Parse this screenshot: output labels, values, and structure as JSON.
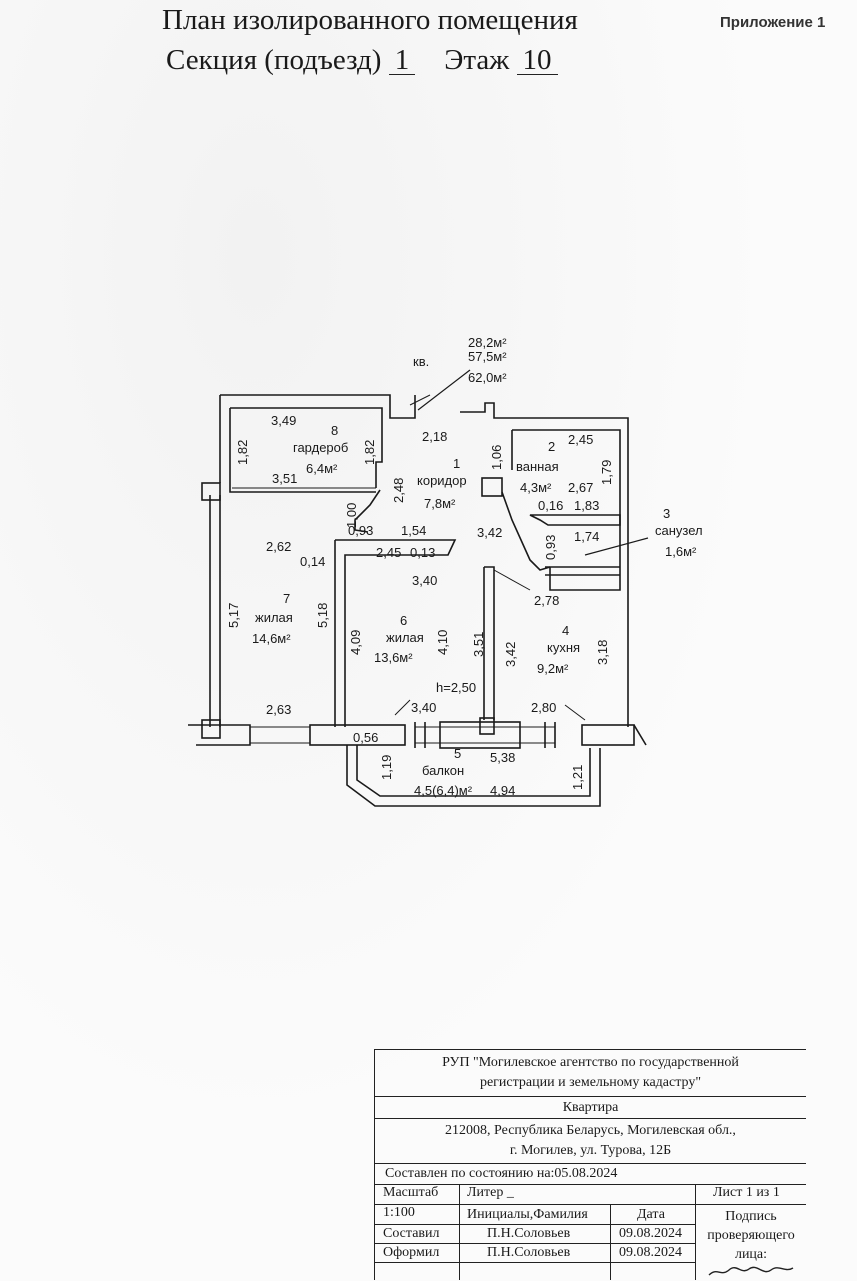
{
  "header": {
    "appendix": "Приложение 1",
    "title_line1": "План изолированного помещения",
    "section_label": "Секция (подъезд)",
    "section_value": "1",
    "floor_label": "Этаж",
    "floor_value": "10"
  },
  "areas": {
    "prefix": "кв.",
    "living": "28,2м²",
    "total": "57,5м²",
    "total_with_balcony": "62,0м²"
  },
  "rooms": [
    {
      "num": "1",
      "name": "коридор",
      "area": "7,8м²"
    },
    {
      "num": "2",
      "name": "ванная",
      "area": "4,3м²"
    },
    {
      "num": "3",
      "name": "санузел",
      "area": "1,6м²"
    },
    {
      "num": "4",
      "name": "кухня",
      "area": "9,2м²"
    },
    {
      "num": "5",
      "name": "балкон",
      "area": "4,5(6,4)м²"
    },
    {
      "num": "6",
      "name": "жилая",
      "area": "13,6м²"
    },
    {
      "num": "7",
      "name": "жилая",
      "area": "14,6м²"
    },
    {
      "num": "8",
      "name": "гардероб",
      "area": "6,4м²"
    }
  ],
  "ceiling_height": "h=2,50",
  "dimensions": {
    "d_3_49": "3,49",
    "d_1_82_a": "1,82",
    "d_1_82_b": "1,82",
    "d_3_51_a": "3,51",
    "d_2_18": "2,18",
    "d_2_48": "2,48",
    "d_1_00": "1,00",
    "d_0_93_a": "0,93",
    "d_1_54": "1,54",
    "d_2_62": "2,62",
    "d_0_14": "0,14",
    "d_2_45_a": "2,45",
    "d_0_13": "0,13",
    "d_1_06": "1,06",
    "d_2_45_b": "2,45",
    "d_2_67": "2,67",
    "d_1_79": "1,79",
    "d_0_16": "0,16",
    "d_1_83": "1,83",
    "d_3_42_a": "3,42",
    "d_0_93_b": "0,93",
    "d_1_74": "1,74",
    "d_3_40_a": "3,40",
    "d_2_78": "2,78",
    "d_5_17": "5,17",
    "d_5_18": "5,18",
    "d_4_09": "4,09",
    "d_4_10": "4,10",
    "d_3_51_b": "3,51",
    "d_3_42_b": "3,42",
    "d_3_18": "3,18",
    "d_2_63": "2,63",
    "d_3_40_b": "3,40",
    "d_2_80": "2,80",
    "d_0_56": "0,56",
    "d_5_38": "5,38",
    "d_1_19": "1,19",
    "d_4_94": "4,94",
    "d_1_21": "1,21"
  },
  "stamp": {
    "org_line1": "РУП \"Могилевское агентство по государственной",
    "org_line2": "регистрации и земельному кадастру\"",
    "object": "Квартира",
    "address_line1": "212008, Республика Беларусь, Могилевская обл.,",
    "address_line2": "г. Могилев, ул. Турова, 12Б",
    "state_date": "Составлен по состоянию на:05.08.2024",
    "scale_label": "Масштаб",
    "scale_value": "1:100",
    "liter_label": "Литер _",
    "sheet": "Лист 1 из 1",
    "initials_header": "Инициалы,Фамилия",
    "date_header": "Дата",
    "signature_header": "Подпись проверяющего лица:",
    "compiled_label": "Составил",
    "compiled_name": "П.Н.Соловьев",
    "compiled_date": "09.08.2024",
    "issued_label": "Оформил",
    "issued_name": "П.Н.Соловьев",
    "issued_date": "09.08.2024"
  }
}
